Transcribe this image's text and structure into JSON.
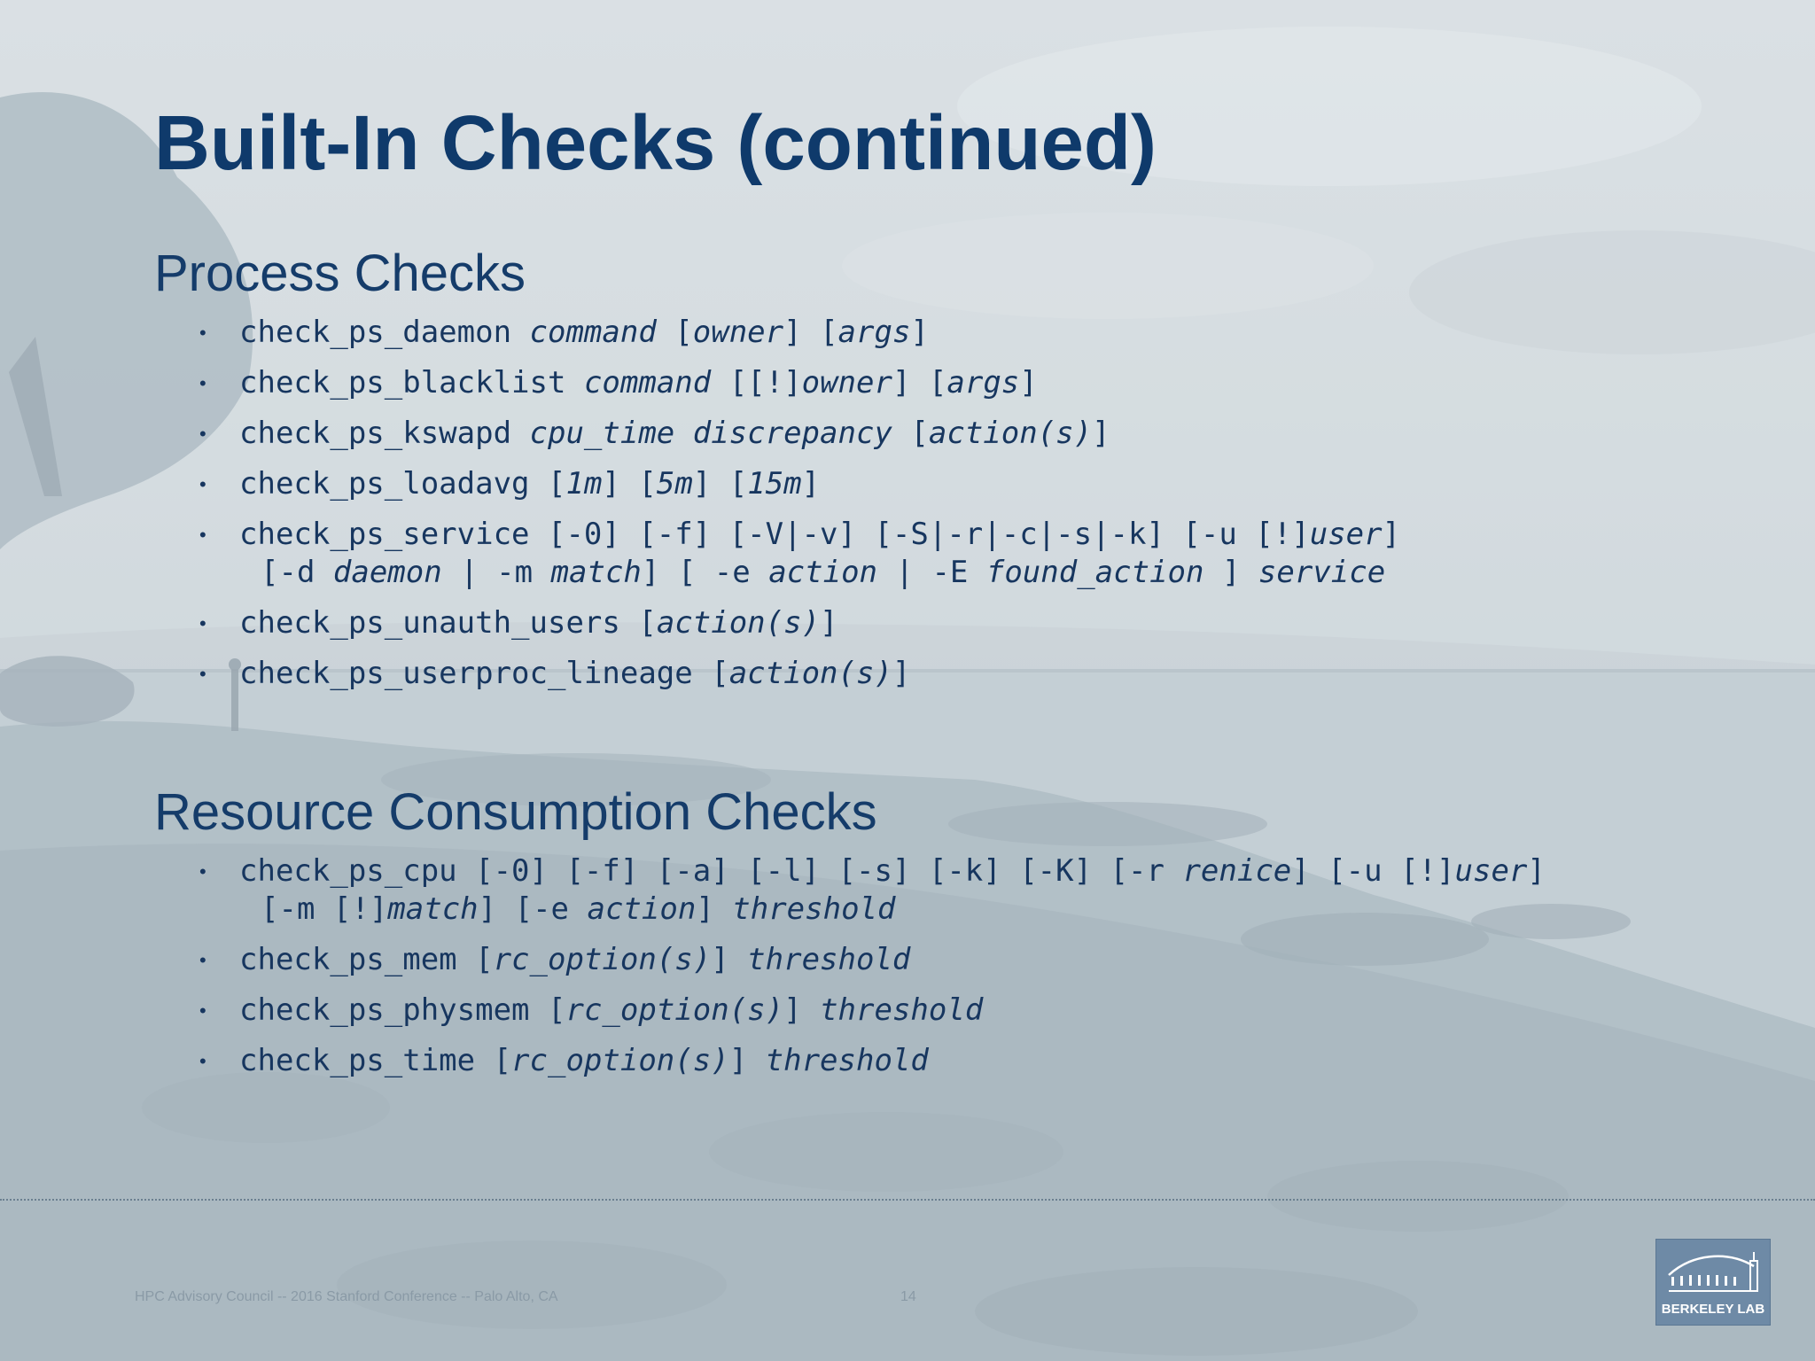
{
  "slide": {
    "title": "Built-In Checks (continued)",
    "footer_text": "HPC Advisory Council -- 2016 Stanford Conference -- Palo Alto, CA",
    "page_number": "14",
    "logo_text": "BERKELEY LAB"
  },
  "process_section": {
    "heading": "Process Checks",
    "items": [
      {
        "bullet": "•",
        "segments": [
          {
            "text": "check_ps_daemon "
          },
          {
            "text": "command",
            "italic": true
          },
          {
            "text": " ["
          },
          {
            "text": "owner",
            "italic": true
          },
          {
            "text": "] ["
          },
          {
            "text": "args",
            "italic": true
          },
          {
            "text": "]"
          }
        ]
      },
      {
        "bullet": "•",
        "segments": [
          {
            "text": "check_ps_blacklist "
          },
          {
            "text": "command",
            "italic": true
          },
          {
            "text": " [[!]"
          },
          {
            "text": "owner",
            "italic": true
          },
          {
            "text": "] ["
          },
          {
            "text": "args",
            "italic": true
          },
          {
            "text": "]"
          }
        ]
      },
      {
        "bullet": "•",
        "segments": [
          {
            "text": "check_ps_kswapd "
          },
          {
            "text": "cpu_time discrepancy",
            "italic": true
          },
          {
            "text": " ["
          },
          {
            "text": "action(s)",
            "italic": true
          },
          {
            "text": "]"
          }
        ]
      },
      {
        "bullet": "•",
        "segments": [
          {
            "text": "check_ps_loadavg ["
          },
          {
            "text": "1m",
            "italic": true
          },
          {
            "text": "] ["
          },
          {
            "text": "5m",
            "italic": true
          },
          {
            "text": "] ["
          },
          {
            "text": "15m",
            "italic": true
          },
          {
            "text": "]"
          }
        ]
      },
      {
        "bullet": "•",
        "segments": [
          {
            "text": "check_ps_service [-0] [-f] [-V|-v] [-S|-r|-c|-s|-k] [-u [!]"
          },
          {
            "text": "user",
            "italic": true
          },
          {
            "text": "]"
          }
        ],
        "segments2": [
          {
            "text": "[-d "
          },
          {
            "text": "daemon",
            "italic": true
          },
          {
            "text": " | -m "
          },
          {
            "text": "match",
            "italic": true
          },
          {
            "text": "] [ -e "
          },
          {
            "text": "action",
            "italic": true
          },
          {
            "text": " | -E "
          },
          {
            "text": "found_action",
            "italic": true
          },
          {
            "text": " ] "
          },
          {
            "text": "service",
            "italic": true
          }
        ]
      },
      {
        "bullet": "•",
        "segments": [
          {
            "text": "check_ps_unauth_users ["
          },
          {
            "text": "action(s)",
            "italic": true
          },
          {
            "text": "]"
          }
        ]
      },
      {
        "bullet": "•",
        "segments": [
          {
            "text": "check_ps_userproc_lineage ["
          },
          {
            "text": "action(s)",
            "italic": true
          },
          {
            "text": "]"
          }
        ]
      }
    ]
  },
  "resource_section": {
    "heading": "Resource Consumption Checks",
    "items": [
      {
        "bullet": "•",
        "segments": [
          {
            "text": "check_ps_cpu [-0] [-f] [-a] [-l] [-s] [-k] [-K] [-r "
          },
          {
            "text": "renice",
            "italic": true
          },
          {
            "text": "] [-u [!]"
          },
          {
            "text": "user",
            "italic": true
          },
          {
            "text": "]"
          }
        ],
        "segments2": [
          {
            "text": "[-m [!]"
          },
          {
            "text": "match",
            "italic": true
          },
          {
            "text": "] [-e "
          },
          {
            "text": "action",
            "italic": true
          },
          {
            "text": "] "
          },
          {
            "text": "threshold",
            "italic": true
          }
        ]
      },
      {
        "bullet": "•",
        "segments": [
          {
            "text": "check_ps_mem ["
          },
          {
            "text": "rc_option(s)",
            "italic": true
          },
          {
            "text": "] "
          },
          {
            "text": "threshold",
            "italic": true
          }
        ]
      },
      {
        "bullet": "•",
        "segments": [
          {
            "text": "check_ps_physmem  ["
          },
          {
            "text": "rc_option(s)",
            "italic": true
          },
          {
            "text": "] "
          },
          {
            "text": "threshold",
            "italic": true
          }
        ]
      },
      {
        "bullet": "•",
        "segments": [
          {
            "text": "check_ps_time  ["
          },
          {
            "text": "rc_option(s)",
            "italic": true
          },
          {
            "text": "] "
          },
          {
            "text": "threshold",
            "italic": true
          }
        ]
      }
    ]
  }
}
